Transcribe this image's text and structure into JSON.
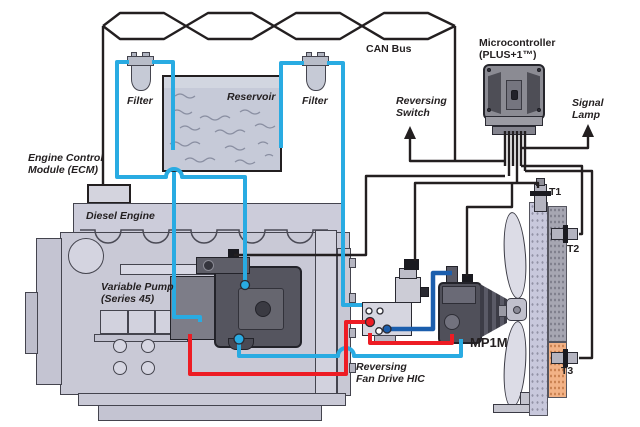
{
  "diagram": {
    "title_context": "Reversing fan drive hydraulic system diagram",
    "labels": {
      "can_bus": "CAN Bus",
      "microcontroller_line1": "Microcontroller",
      "microcontroller_line2": "(PLUS+1™)",
      "reversing_switch_line1": "Reversing",
      "reversing_switch_line2": "Switch",
      "signal_lamp_line1": "Signal",
      "signal_lamp_line2": "Lamp",
      "filter_left": "Filter",
      "filter_right": "Filter",
      "reservoir": "Reservoir",
      "ecm_line1": "Engine Control",
      "ecm_line2": "Module (ECM)",
      "diesel_engine": "Diesel Engine",
      "variable_pump_line1": "Variable Pump",
      "variable_pump_line2": "(Series 45)",
      "hic_line1": "Reversing",
      "hic_line2": "Fan Drive HIC",
      "motor": "MP1M",
      "t1": "T1",
      "t2": "T2",
      "t3": "T3"
    },
    "colors": {
      "supply_line_light_blue": "#29abe2",
      "motor_line_dark_blue": "#1b5ead",
      "pressure_line_red": "#ed1c24",
      "signal_wire_black": "#231f20",
      "component_light_gray": "#c9c9d6",
      "component_dark_gray": "#55555f",
      "radiator_warm_orange": "#f2b286"
    }
  }
}
